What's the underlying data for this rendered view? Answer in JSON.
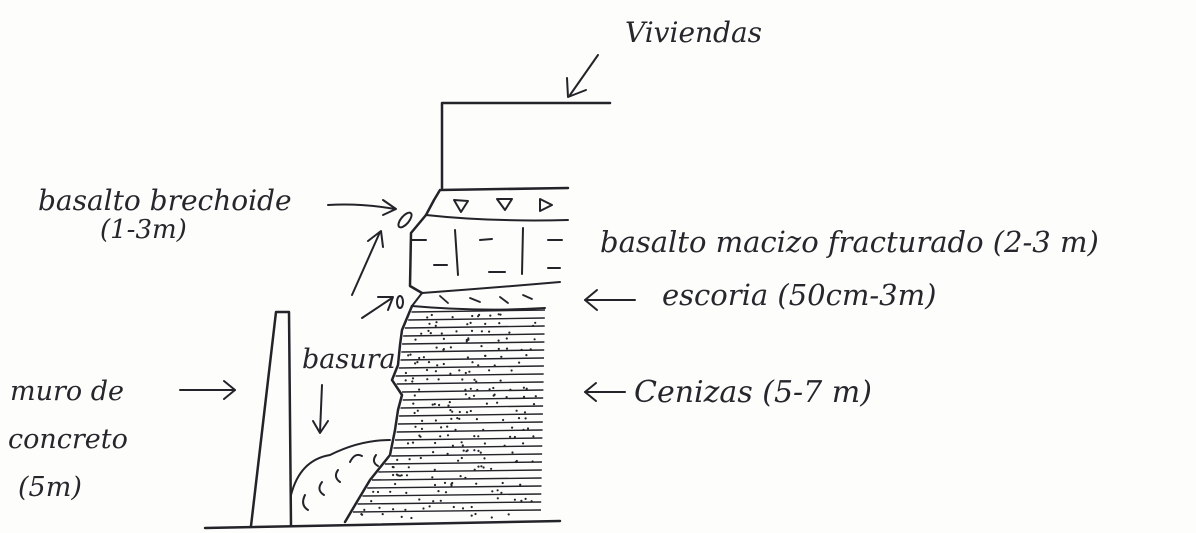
{
  "labels": {
    "viviendas": "Viviendas",
    "basalto_brechoide": "basalto brechoide",
    "basalto_brechoide_thickness": "(1-3m)",
    "basalto_macizo": "basalto macizo fracturado (2-3 m)",
    "escoria": "escoria (50cm-3m)",
    "cenizas": "Cenizas (5-7 m)",
    "basura": "basura",
    "muro_line1": "muro de",
    "muro_line2": "concreto",
    "muro_thickness": "(5m)"
  },
  "colors": {
    "ink": "#23232a",
    "paper": "#fdfdfb"
  }
}
